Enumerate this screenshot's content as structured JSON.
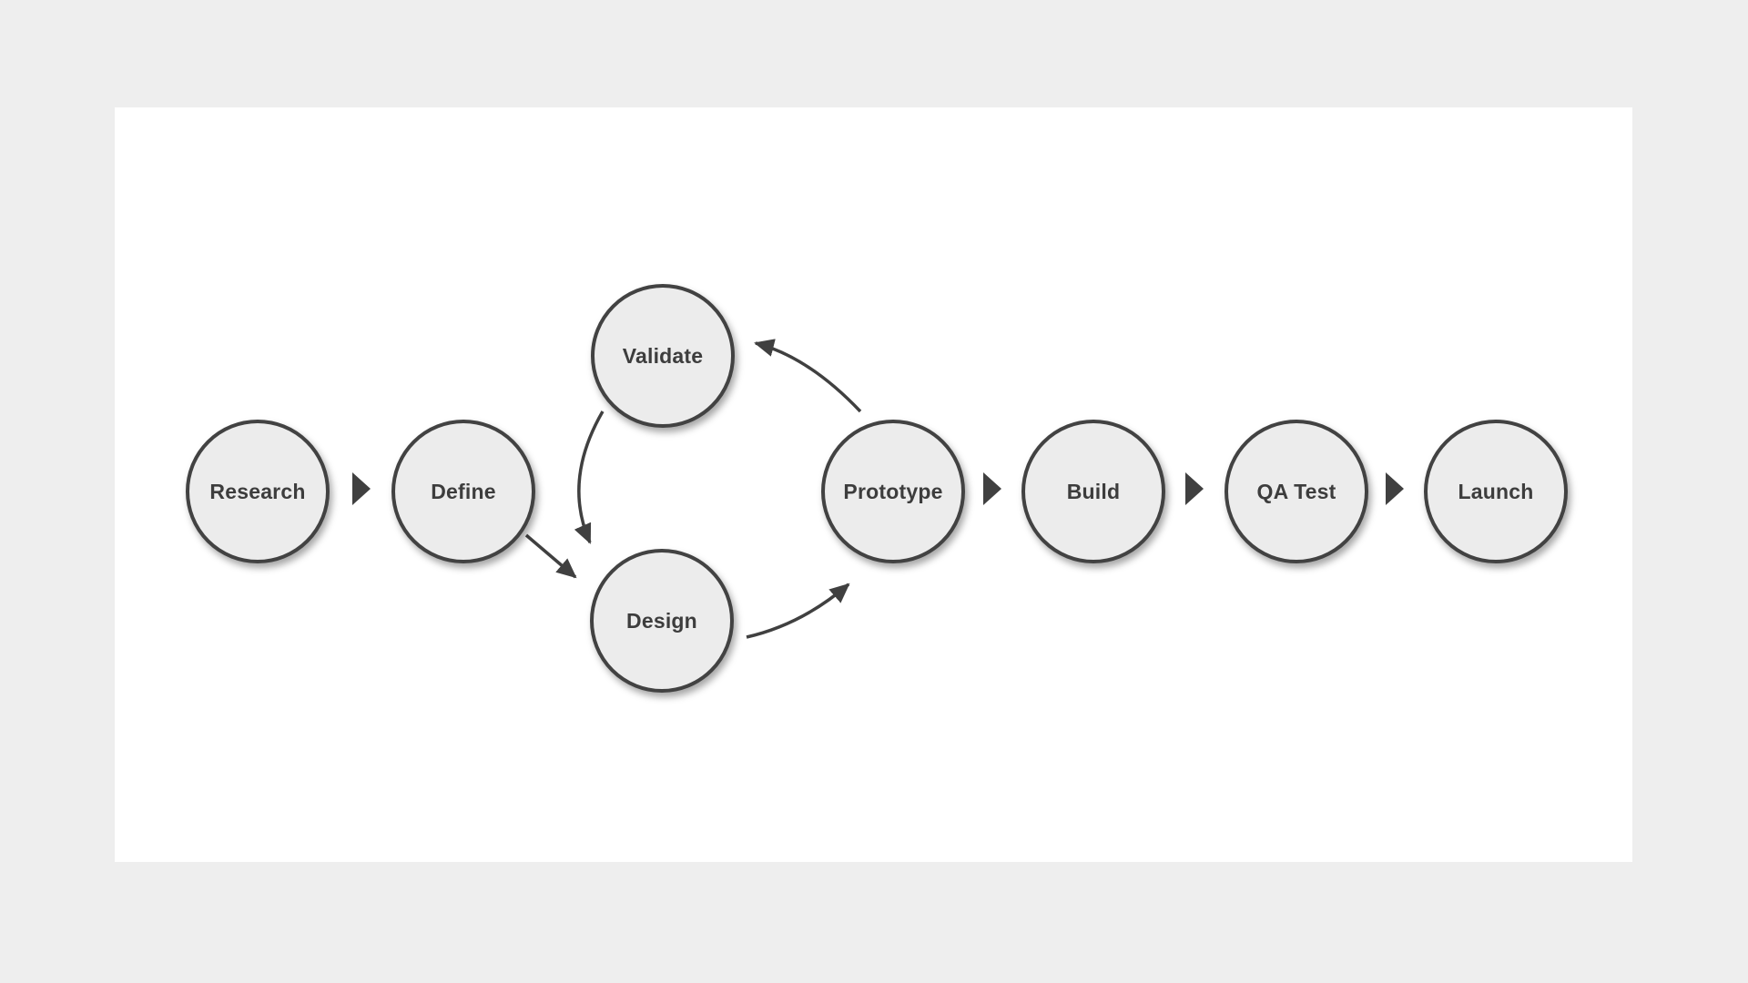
{
  "colors": {
    "page_bg": "#eeeeee",
    "card_bg": "#ffffff",
    "node_fill": "#ececec",
    "node_stroke": "#424242",
    "arrow": "#404040",
    "text_color": "#3d3d3d"
  },
  "diagram": {
    "type": "flowchart",
    "nodes": [
      {
        "id": "research",
        "label": "Research"
      },
      {
        "id": "define",
        "label": "Define"
      },
      {
        "id": "validate",
        "label": "Validate"
      },
      {
        "id": "design",
        "label": "Design"
      },
      {
        "id": "prototype",
        "label": "Prototype"
      },
      {
        "id": "build",
        "label": "Build"
      },
      {
        "id": "qa_test",
        "label": "QA Test"
      },
      {
        "id": "launch",
        "label": "Launch"
      }
    ],
    "edges": [
      {
        "from": "Research",
        "to": "Define",
        "style": "solid-triangle"
      },
      {
        "from": "Define",
        "to": "Design",
        "style": "straight-arrow"
      },
      {
        "from": "Design",
        "to": "Prototype",
        "style": "curved-arrow"
      },
      {
        "from": "Prototype",
        "to": "Validate",
        "style": "curved-arrow"
      },
      {
        "from": "Validate",
        "to": "Design",
        "style": "curved-arrow"
      },
      {
        "from": "Prototype",
        "to": "Build",
        "style": "solid-triangle"
      },
      {
        "from": "Build",
        "to": "QA Test",
        "style": "solid-triangle"
      },
      {
        "from": "QA Test",
        "to": "Launch",
        "style": "solid-triangle"
      }
    ]
  }
}
